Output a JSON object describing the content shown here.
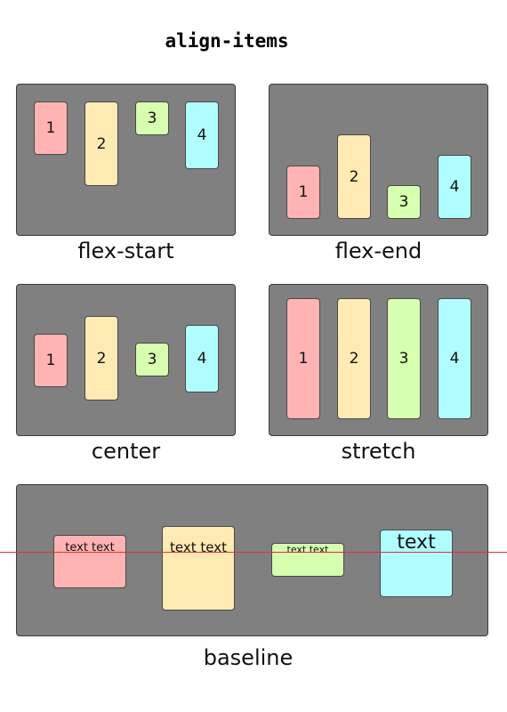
{
  "title": "align-items",
  "panels": [
    {
      "caption": "flex-start",
      "items": [
        "1",
        "2",
        "3",
        "4"
      ]
    },
    {
      "caption": "flex-end",
      "items": [
        "1",
        "2",
        "3",
        "4"
      ]
    },
    {
      "caption": "center",
      "items": [
        "1",
        "2",
        "3",
        "4"
      ]
    },
    {
      "caption": "stretch",
      "items": [
        "1",
        "2",
        "3",
        "4"
      ]
    }
  ],
  "baseline_panel": {
    "caption": "baseline",
    "items": [
      "text text",
      "text text",
      "text text",
      "text"
    ]
  },
  "colors": {
    "panel": "#808080",
    "item1": "#ffb3b3",
    "item2": "#ffeab3",
    "item3": "#d6ffb0",
    "item4": "#b0fdff",
    "baseline_line": "#e53030"
  }
}
